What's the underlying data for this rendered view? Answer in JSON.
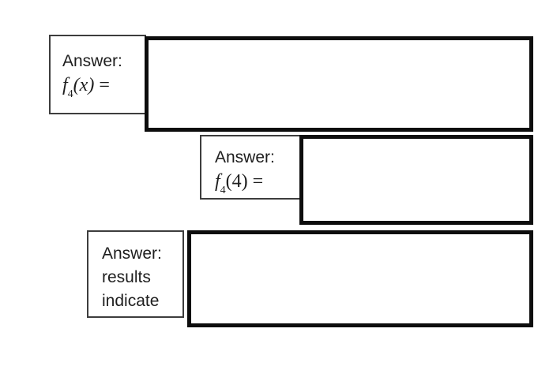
{
  "colors": {
    "page_background": "#ffffff",
    "box_fill": "#ffffff",
    "thick_border": "#0d0d0d",
    "thin_border": "#3d3d3d",
    "text": "#1e1e1e"
  },
  "block1": {
    "label": "Answer:",
    "math_f": "f",
    "math_sub": "4",
    "math_arg": "(x)",
    "math_eq": " =",
    "answer_value": ""
  },
  "block2": {
    "label": "Answer:",
    "math_f": "f",
    "math_sub": "4",
    "math_arg": "(4)",
    "math_eq": " =",
    "answer_value": ""
  },
  "block3": {
    "label": "Answer:",
    "line2": "results",
    "line3": "indicate",
    "answer_value": ""
  }
}
